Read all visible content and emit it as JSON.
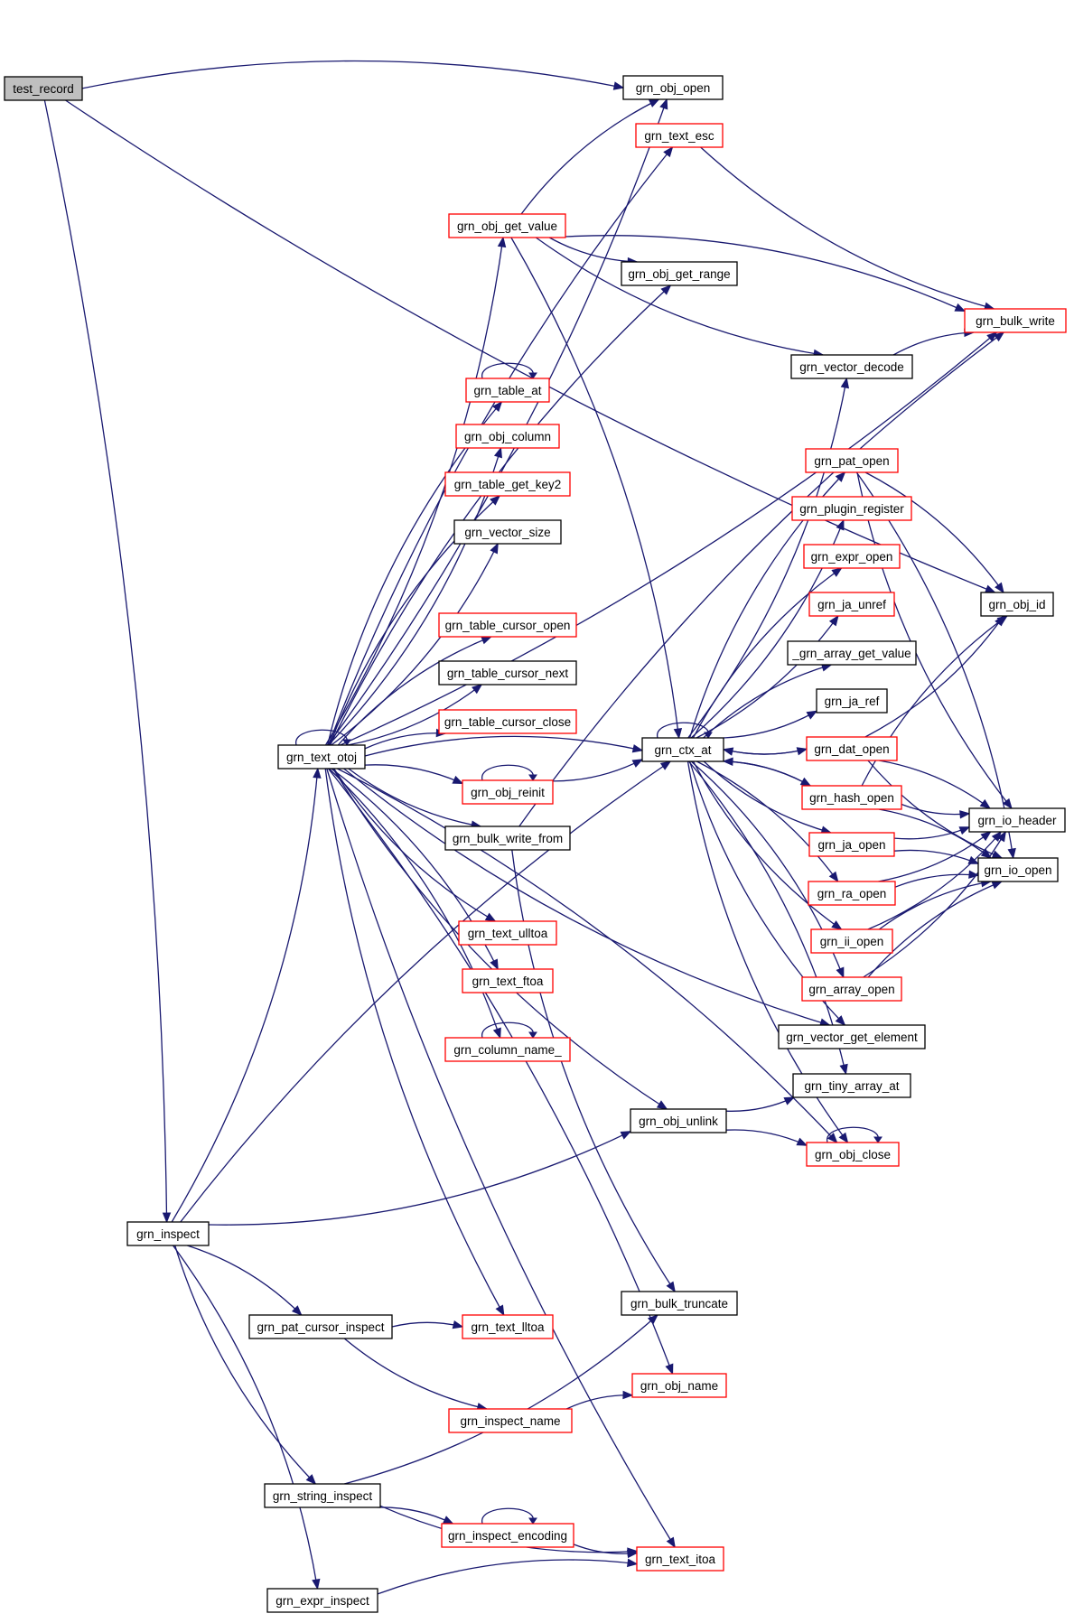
{
  "colors": {
    "edge": "#191970",
    "root_fill": "#bfbfbf",
    "white": "#ffffff",
    "black": "#000000",
    "red": "#ff0000"
  },
  "nodes": [
    {
      "id": "test_record",
      "label": "test_record",
      "border": "black",
      "fill": "grey"
    },
    {
      "id": "grn_obj_open",
      "label": "grn_obj_open",
      "border": "black"
    },
    {
      "id": "grn_text_esc",
      "label": "grn_text_esc",
      "border": "red"
    },
    {
      "id": "grn_obj_get_value",
      "label": "grn_obj_get_value",
      "border": "red"
    },
    {
      "id": "grn_obj_get_range",
      "label": "grn_obj_get_range",
      "border": "black"
    },
    {
      "id": "grn_bulk_write",
      "label": "grn_bulk_write",
      "border": "red"
    },
    {
      "id": "grn_vector_decode",
      "label": "grn_vector_decode",
      "border": "black"
    },
    {
      "id": "grn_table_at",
      "label": "grn_table_at",
      "border": "red"
    },
    {
      "id": "grn_obj_column",
      "label": "grn_obj_column",
      "border": "red"
    },
    {
      "id": "grn_table_get_key2",
      "label": "grn_table_get_key2",
      "border": "red"
    },
    {
      "id": "grn_vector_size",
      "label": "grn_vector_size",
      "border": "black"
    },
    {
      "id": "grn_table_cursor_open",
      "label": "grn_table_cursor_open",
      "border": "red"
    },
    {
      "id": "grn_table_cursor_next",
      "label": "grn_table_cursor_next",
      "border": "black"
    },
    {
      "id": "grn_table_cursor_close",
      "label": "grn_table_cursor_close",
      "border": "red"
    },
    {
      "id": "grn_text_otoj",
      "label": "grn_text_otoj",
      "border": "black"
    },
    {
      "id": "grn_obj_reinit",
      "label": "grn_obj_reinit",
      "border": "red"
    },
    {
      "id": "grn_bulk_write_from",
      "label": "grn_bulk_write_from",
      "border": "black"
    },
    {
      "id": "grn_pat_open",
      "label": "grn_pat_open",
      "border": "red"
    },
    {
      "id": "grn_plugin_register",
      "label": "grn_plugin_register",
      "border": "red"
    },
    {
      "id": "grn_expr_open",
      "label": "grn_expr_open",
      "border": "red"
    },
    {
      "id": "grn_obj_id",
      "label": "grn_obj_id",
      "border": "black"
    },
    {
      "id": "grn_ja_unref",
      "label": "grn_ja_unref",
      "border": "red"
    },
    {
      "id": "_grn_array_get_value",
      "label": "_grn_array_get_value",
      "border": "black"
    },
    {
      "id": "grn_ja_ref",
      "label": "grn_ja_ref",
      "border": "black"
    },
    {
      "id": "grn_ctx_at",
      "label": "grn_ctx_at",
      "border": "black"
    },
    {
      "id": "grn_dat_open",
      "label": "grn_dat_open",
      "border": "red"
    },
    {
      "id": "grn_hash_open",
      "label": "grn_hash_open",
      "border": "red"
    },
    {
      "id": "grn_io_header",
      "label": "grn_io_header",
      "border": "black"
    },
    {
      "id": "grn_ja_open",
      "label": "grn_ja_open",
      "border": "red"
    },
    {
      "id": "grn_io_open",
      "label": "grn_io_open",
      "border": "black"
    },
    {
      "id": "grn_ra_open",
      "label": "grn_ra_open",
      "border": "red"
    },
    {
      "id": "grn_ii_open",
      "label": "grn_ii_open",
      "border": "red"
    },
    {
      "id": "grn_array_open",
      "label": "grn_array_open",
      "border": "red"
    },
    {
      "id": "grn_text_ulltoa",
      "label": "grn_text_ulltoa",
      "border": "red"
    },
    {
      "id": "grn_text_ftoa",
      "label": "grn_text_ftoa",
      "border": "red"
    },
    {
      "id": "grn_vector_get_element",
      "label": "grn_vector_get_element",
      "border": "black"
    },
    {
      "id": "grn_column_name_",
      "label": "grn_column_name_",
      "border": "red"
    },
    {
      "id": "grn_tiny_array_at",
      "label": "grn_tiny_array_at",
      "border": "black"
    },
    {
      "id": "grn_obj_unlink",
      "label": "grn_obj_unlink",
      "border": "black"
    },
    {
      "id": "grn_obj_close",
      "label": "grn_obj_close",
      "border": "red"
    },
    {
      "id": "grn_inspect",
      "label": "grn_inspect",
      "border": "black"
    },
    {
      "id": "grn_bulk_truncate",
      "label": "grn_bulk_truncate",
      "border": "black"
    },
    {
      "id": "grn_pat_cursor_inspect",
      "label": "grn_pat_cursor_inspect",
      "border": "black"
    },
    {
      "id": "grn_text_lltoa",
      "label": "grn_text_lltoa",
      "border": "red"
    },
    {
      "id": "grn_obj_name",
      "label": "grn_obj_name",
      "border": "red"
    },
    {
      "id": "grn_inspect_name",
      "label": "grn_inspect_name",
      "border": "red"
    },
    {
      "id": "grn_string_inspect",
      "label": "grn_string_inspect",
      "border": "black"
    },
    {
      "id": "grn_inspect_encoding",
      "label": "grn_inspect_encoding",
      "border": "red"
    },
    {
      "id": "grn_text_itoa",
      "label": "grn_text_itoa",
      "border": "red"
    },
    {
      "id": "grn_expr_inspect",
      "label": "grn_expr_inspect",
      "border": "black"
    }
  ],
  "edges": [
    [
      "test_record",
      "grn_obj_open"
    ],
    [
      "test_record",
      "grn_obj_id"
    ],
    [
      "test_record",
      "grn_inspect"
    ],
    [
      "grn_inspect",
      "grn_text_otoj"
    ],
    [
      "grn_inspect",
      "grn_ctx_at"
    ],
    [
      "grn_inspect",
      "grn_obj_unlink"
    ],
    [
      "grn_inspect",
      "grn_pat_cursor_inspect"
    ],
    [
      "grn_inspect",
      "grn_string_inspect"
    ],
    [
      "grn_inspect",
      "grn_expr_inspect"
    ],
    [
      "grn_text_otoj",
      "grn_obj_open"
    ],
    [
      "grn_text_otoj",
      "grn_text_esc"
    ],
    [
      "grn_text_otoj",
      "grn_obj_get_value"
    ],
    [
      "grn_text_otoj",
      "grn_obj_get_range"
    ],
    [
      "grn_text_otoj",
      "grn_bulk_write"
    ],
    [
      "grn_text_otoj",
      "grn_table_at"
    ],
    [
      "grn_text_otoj",
      "grn_obj_column"
    ],
    [
      "grn_text_otoj",
      "grn_table_get_key2"
    ],
    [
      "grn_text_otoj",
      "grn_vector_size"
    ],
    [
      "grn_text_otoj",
      "grn_table_cursor_open"
    ],
    [
      "grn_text_otoj",
      "grn_table_cursor_next"
    ],
    [
      "grn_text_otoj",
      "grn_table_cursor_close"
    ],
    [
      "grn_text_otoj",
      "grn_text_otoj"
    ],
    [
      "grn_text_otoj",
      "grn_obj_reinit"
    ],
    [
      "grn_text_otoj",
      "grn_bulk_write_from"
    ],
    [
      "grn_text_otoj",
      "grn_ctx_at"
    ],
    [
      "grn_text_otoj",
      "grn_text_ulltoa"
    ],
    [
      "grn_text_otoj",
      "grn_text_ftoa"
    ],
    [
      "grn_text_otoj",
      "grn_vector_get_element"
    ],
    [
      "grn_text_otoj",
      "grn_column_name_"
    ],
    [
      "grn_text_otoj",
      "grn_obj_unlink"
    ],
    [
      "grn_text_otoj",
      "grn_obj_close"
    ],
    [
      "grn_text_otoj",
      "grn_text_lltoa"
    ],
    [
      "grn_text_otoj",
      "grn_obj_name"
    ],
    [
      "grn_text_otoj",
      "grn_text_itoa"
    ],
    [
      "grn_obj_get_value",
      "grn_obj_open"
    ],
    [
      "grn_obj_get_value",
      "grn_obj_get_range"
    ],
    [
      "grn_obj_get_value",
      "grn_bulk_write"
    ],
    [
      "grn_obj_get_value",
      "grn_vector_decode"
    ],
    [
      "grn_obj_get_value",
      "grn_ctx_at"
    ],
    [
      "grn_text_esc",
      "grn_bulk_write"
    ],
    [
      "grn_vector_decode",
      "grn_bulk_write"
    ],
    [
      "grn_table_at",
      "grn_table_at"
    ],
    [
      "grn_obj_reinit",
      "grn_obj_reinit"
    ],
    [
      "grn_obj_reinit",
      "grn_ctx_at"
    ],
    [
      "grn_bulk_write_from",
      "grn_bulk_write"
    ],
    [
      "grn_bulk_write_from",
      "grn_bulk_truncate"
    ],
    [
      "grn_column_name_",
      "grn_column_name_"
    ],
    [
      "grn_ctx_at",
      "grn_vector_decode"
    ],
    [
      "grn_ctx_at",
      "grn_pat_open"
    ],
    [
      "grn_ctx_at",
      "grn_plugin_register"
    ],
    [
      "grn_ctx_at",
      "grn_expr_open"
    ],
    [
      "grn_ctx_at",
      "grn_ja_unref"
    ],
    [
      "grn_ctx_at",
      "_grn_array_get_value"
    ],
    [
      "grn_ctx_at",
      "grn_ja_ref"
    ],
    [
      "grn_ctx_at",
      "grn_ctx_at"
    ],
    [
      "grn_ctx_at",
      "grn_dat_open"
    ],
    [
      "grn_ctx_at",
      "grn_hash_open"
    ],
    [
      "grn_ctx_at",
      "grn_ja_open"
    ],
    [
      "grn_ctx_at",
      "grn_ra_open"
    ],
    [
      "grn_ctx_at",
      "grn_ii_open"
    ],
    [
      "grn_ctx_at",
      "grn_array_open"
    ],
    [
      "grn_ctx_at",
      "grn_vector_get_element"
    ],
    [
      "grn_ctx_at",
      "grn_tiny_array_at"
    ],
    [
      "grn_ctx_at",
      "grn_obj_close"
    ],
    [
      "grn_dat_open",
      "grn_ctx_at"
    ],
    [
      "grn_hash_open",
      "grn_ctx_at"
    ],
    [
      "grn_pat_open",
      "grn_obj_id"
    ],
    [
      "grn_pat_open",
      "grn_io_header"
    ],
    [
      "grn_pat_open",
      "grn_io_open"
    ],
    [
      "grn_dat_open",
      "grn_obj_id"
    ],
    [
      "grn_dat_open",
      "grn_io_header"
    ],
    [
      "grn_dat_open",
      "grn_io_open"
    ],
    [
      "grn_hash_open",
      "grn_obj_id"
    ],
    [
      "grn_hash_open",
      "grn_io_header"
    ],
    [
      "grn_hash_open",
      "grn_io_open"
    ],
    [
      "grn_ja_open",
      "grn_io_header"
    ],
    [
      "grn_ja_open",
      "grn_io_open"
    ],
    [
      "grn_ra_open",
      "grn_io_header"
    ],
    [
      "grn_ra_open",
      "grn_io_open"
    ],
    [
      "grn_ii_open",
      "grn_io_header"
    ],
    [
      "grn_ii_open",
      "grn_io_open"
    ],
    [
      "grn_array_open",
      "grn_io_header"
    ],
    [
      "grn_array_open",
      "grn_io_open"
    ],
    [
      "grn_obj_unlink",
      "grn_tiny_array_at"
    ],
    [
      "grn_obj_unlink",
      "grn_obj_close"
    ],
    [
      "grn_obj_close",
      "grn_obj_close"
    ],
    [
      "grn_pat_cursor_inspect",
      "grn_text_lltoa"
    ],
    [
      "grn_pat_cursor_inspect",
      "grn_inspect_name"
    ],
    [
      "grn_inspect_name",
      "grn_obj_name"
    ],
    [
      "grn_string_inspect",
      "grn_bulk_truncate"
    ],
    [
      "grn_string_inspect",
      "grn_inspect_encoding"
    ],
    [
      "grn_string_inspect",
      "grn_text_itoa"
    ],
    [
      "grn_inspect_encoding",
      "grn_inspect_encoding"
    ],
    [
      "grn_inspect_encoding",
      "grn_text_itoa"
    ],
    [
      "grn_expr_inspect",
      "grn_text_itoa"
    ]
  ]
}
